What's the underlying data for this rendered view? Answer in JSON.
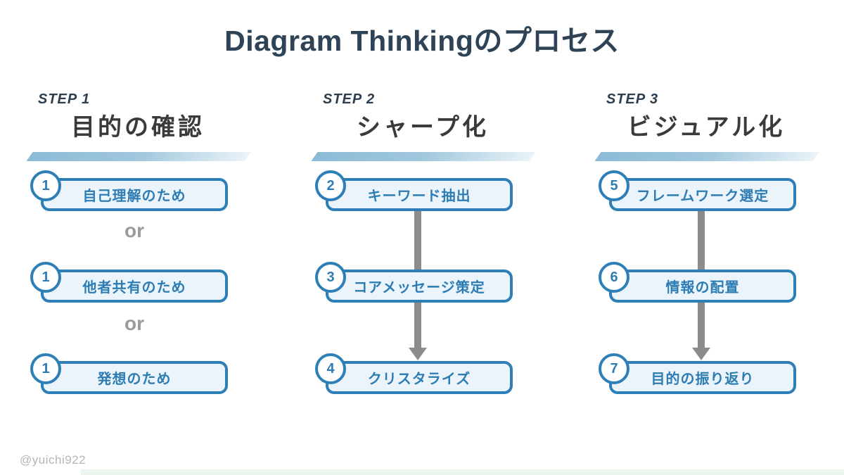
{
  "title": "Diagram Thinkingのプロセス",
  "watermark": "@yuichi922",
  "or_label": "or",
  "colors": {
    "accent_blue": "#2e7fb7",
    "box_fill": "#eaf4fa",
    "box_text": "#2d7cb3",
    "title_navy": "#2e4456",
    "step_title_gray": "#3a3a3a",
    "arrow_gray": "#8c8c8c",
    "or_gray": "#9a9a9a",
    "highlight_bar_left": "#8cbbd7",
    "highlight_bar_right": "#eaf3f8"
  },
  "columns": [
    {
      "step_label": "STEP 1",
      "step_title": "目的の確認",
      "items": [
        {
          "num": "1",
          "label": "自己理解のため"
        },
        {
          "num": "1",
          "label": "他者共有のため"
        },
        {
          "num": "1",
          "label": "発想のため"
        }
      ]
    },
    {
      "step_label": "STEP 2",
      "step_title": "シャープ化",
      "items": [
        {
          "num": "2",
          "label": "キーワード抽出"
        },
        {
          "num": "3",
          "label": "コアメッセージ策定"
        },
        {
          "num": "4",
          "label": "クリスタライズ"
        }
      ]
    },
    {
      "step_label": "STEP 3",
      "step_title": "ビジュアル化",
      "items": [
        {
          "num": "5",
          "label": "フレームワーク選定"
        },
        {
          "num": "6",
          "label": "情報の配置"
        },
        {
          "num": "7",
          "label": "目的の振り返り"
        }
      ]
    }
  ]
}
